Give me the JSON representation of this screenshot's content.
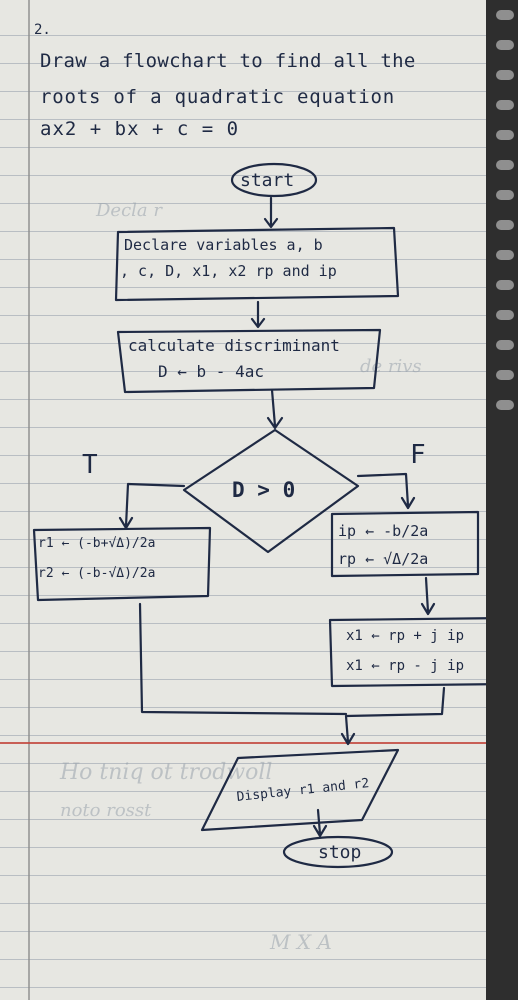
{
  "question_number": "2.",
  "question": {
    "line1": "Draw a flowchart to find all the",
    "line2": "roots of a quadratic equation",
    "line3": "ax2 + bx + c = 0"
  },
  "flowchart": {
    "start": "start",
    "declare": {
      "line1": "Declare variables a, b",
      "line2": ", c, D, x1, x2  rp and ip"
    },
    "calculate": {
      "line1": "calculate discriminant",
      "line2": "D ← b - 4ac"
    },
    "decision": "D > 0",
    "true_label": "T",
    "false_label": "F",
    "true_box": {
      "line1": "r1 ← (-b+√Δ)/2a",
      "line2": "r2 ← (-b-√Δ)/2a"
    },
    "false_box": {
      "line1": "ip ← -b/2a",
      "line2": "rp ← √Δ/2a"
    },
    "complex_box": {
      "line1": "x1 ← rp + j ip",
      "line2": "x1 ← rp - j ip"
    },
    "display": "Display r1 and r2",
    "stop": "stop"
  }
}
